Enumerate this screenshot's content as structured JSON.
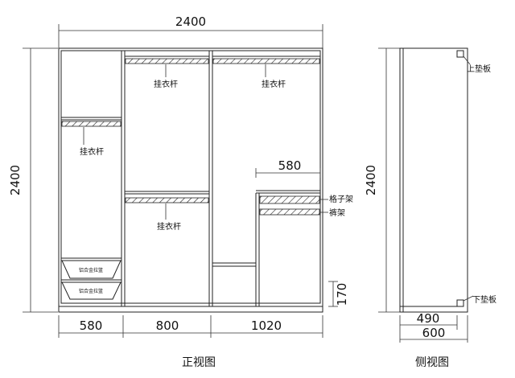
{
  "front_view": {
    "title": "正视图",
    "overall_width": "2400",
    "overall_height": "2400",
    "section_widths": [
      "580",
      "800",
      "1020"
    ],
    "shelf_width": "580",
    "base_height": "170",
    "labels": {
      "hanging_rod": "挂衣杆",
      "grid_shelf": "格子架",
      "trouser_rack": "裤架",
      "alloy_drawer": "铝合金拉篮"
    }
  },
  "side_view": {
    "title": "侧视图",
    "height": "2400",
    "inner_depth": "490",
    "depth": "600",
    "top_pad": "上垫板",
    "bottom_pad": "下垫板"
  }
}
